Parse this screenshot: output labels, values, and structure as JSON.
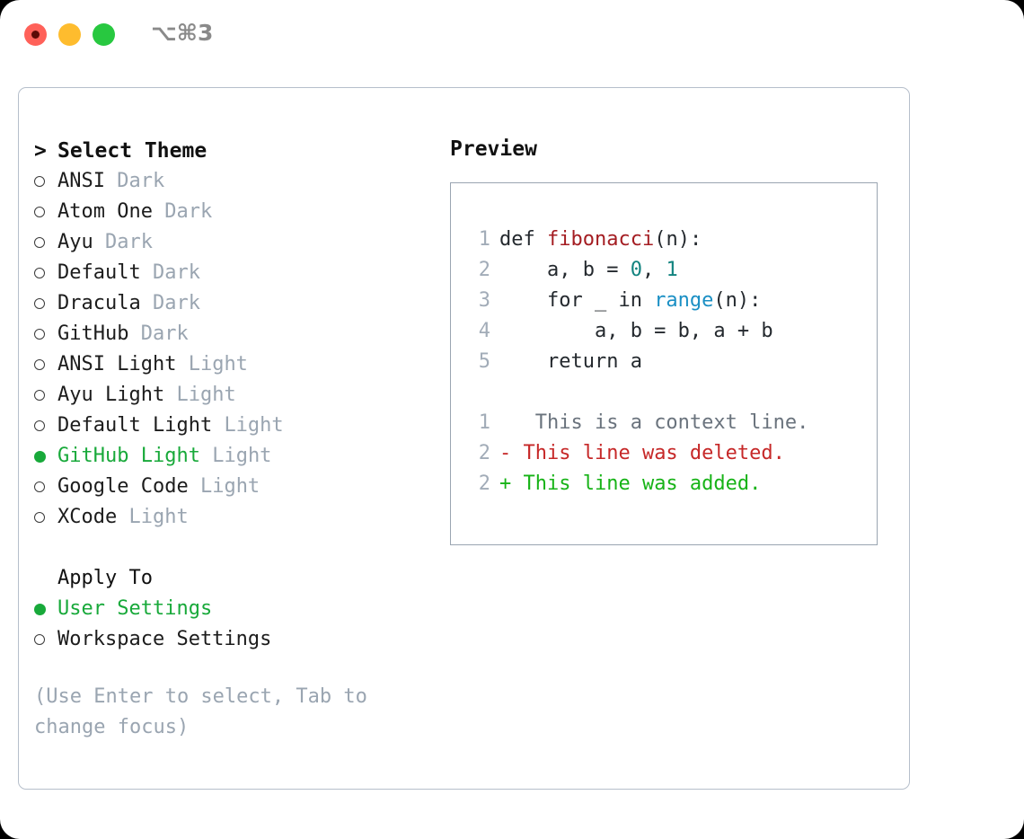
{
  "window": {
    "shortcut": "⌥⌘3",
    "traffic_lights": [
      "close",
      "minimize",
      "zoom"
    ],
    "colors": {
      "close": "#ff6159",
      "minimize": "#febc2e",
      "zoom": "#28c840",
      "accent_green": "#18a93a",
      "muted": "#9aa5b1",
      "border": "#b6bfcb"
    }
  },
  "theme_picker": {
    "header": "Select Theme",
    "caret": ">",
    "items": [
      {
        "name": "ANSI",
        "variant": "Dark",
        "selected": false
      },
      {
        "name": "Atom One",
        "variant": "Dark",
        "selected": false
      },
      {
        "name": "Ayu",
        "variant": "Dark",
        "selected": false
      },
      {
        "name": "Default",
        "variant": "Dark",
        "selected": false
      },
      {
        "name": "Dracula",
        "variant": "Dark",
        "selected": false
      },
      {
        "name": "GitHub",
        "variant": "Dark",
        "selected": false
      },
      {
        "name": "ANSI Light",
        "variant": "Light",
        "selected": false
      },
      {
        "name": "Ayu Light",
        "variant": "Light",
        "selected": false
      },
      {
        "name": "Default Light",
        "variant": "Light",
        "selected": false
      },
      {
        "name": "GitHub Light",
        "variant": "Light",
        "selected": true
      },
      {
        "name": "Google Code",
        "variant": "Light",
        "selected": false
      },
      {
        "name": "XCode",
        "variant": "Light",
        "selected": false
      }
    ]
  },
  "apply_to": {
    "header": "Apply To",
    "options": [
      {
        "label": "User Settings",
        "selected": true
      },
      {
        "label": "Workspace Settings",
        "selected": false
      }
    ]
  },
  "hint": "(Use Enter to select, Tab to change focus)",
  "preview": {
    "title": "Preview",
    "code_lines": [
      {
        "number": "1",
        "tokens": [
          {
            "text": "def ",
            "kind": "plain"
          },
          {
            "text": "fibonacci",
            "kind": "func"
          },
          {
            "text": "(n):",
            "kind": "plain"
          }
        ]
      },
      {
        "number": "2",
        "tokens": [
          {
            "text": "    a, b = ",
            "kind": "plain"
          },
          {
            "text": "0",
            "kind": "num"
          },
          {
            "text": ", ",
            "kind": "plain"
          },
          {
            "text": "1",
            "kind": "num"
          }
        ]
      },
      {
        "number": "3",
        "tokens": [
          {
            "text": "    for _ in ",
            "kind": "plain"
          },
          {
            "text": "range",
            "kind": "builtin"
          },
          {
            "text": "(n):",
            "kind": "plain"
          }
        ]
      },
      {
        "number": "4",
        "tokens": [
          {
            "text": "        a, b = b, a + b",
            "kind": "plain"
          }
        ]
      },
      {
        "number": "5",
        "tokens": [
          {
            "text": "    return a",
            "kind": "plain"
          }
        ]
      }
    ],
    "diff_lines": [
      {
        "number": "1",
        "marker": " ",
        "text": "  This is a context line.",
        "kind": "context"
      },
      {
        "number": "2",
        "marker": "-",
        "text": " This line was deleted.",
        "kind": "deleted"
      },
      {
        "number": "2",
        "marker": "+",
        "text": " This line was added.",
        "kind": "added"
      }
    ]
  }
}
